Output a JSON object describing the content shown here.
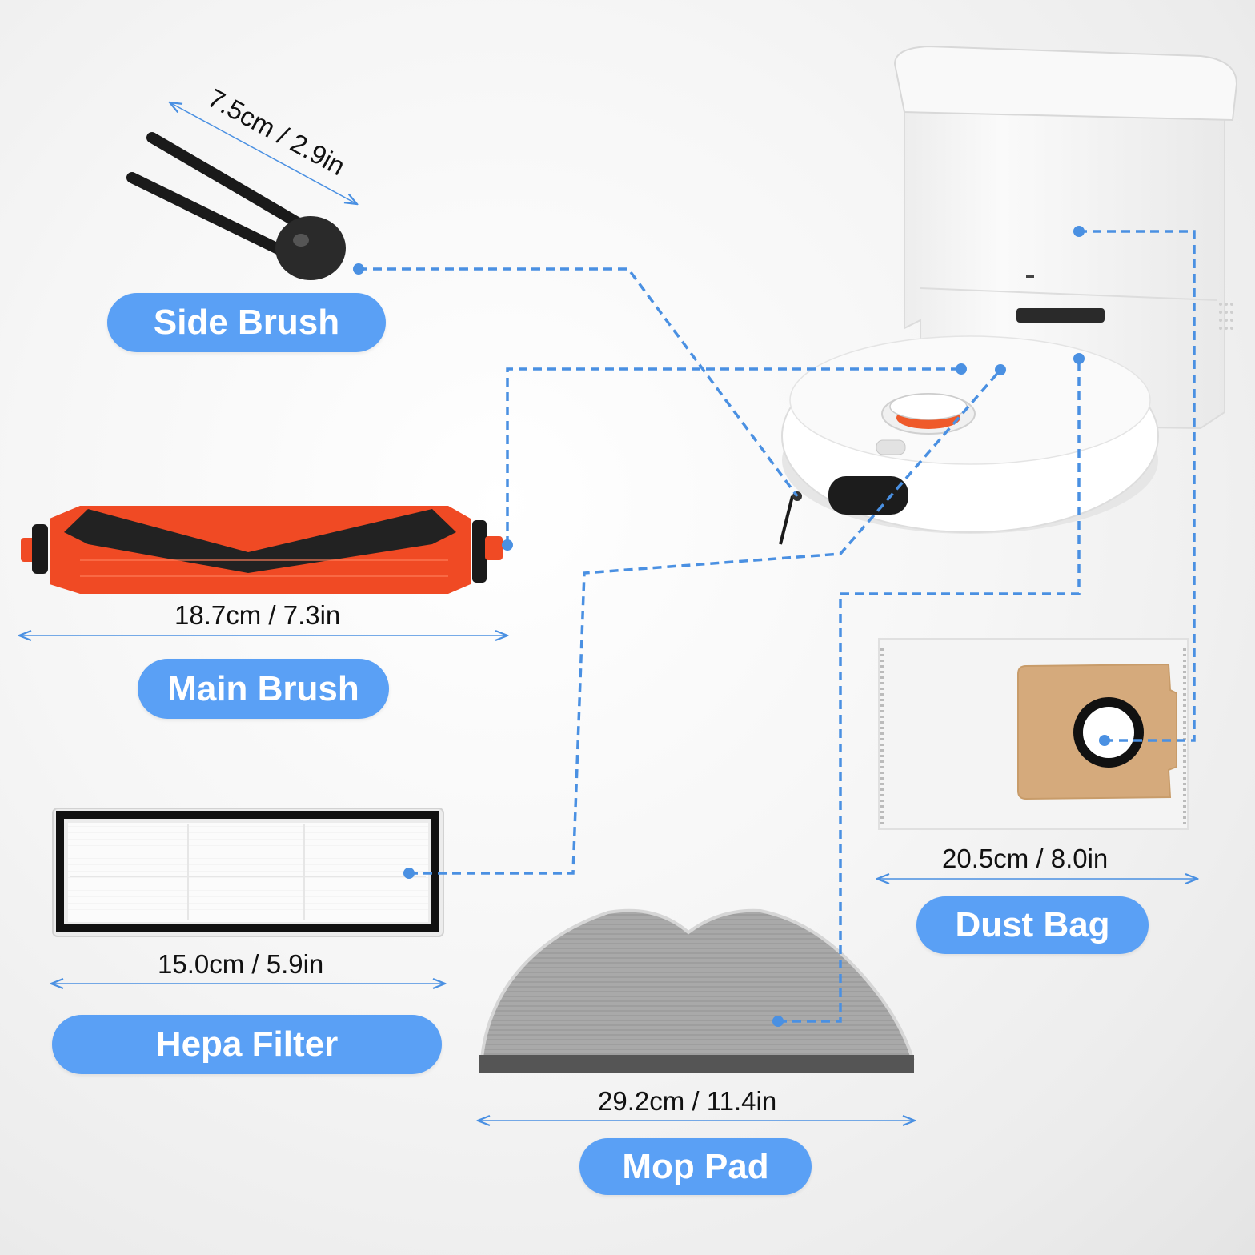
{
  "colors": {
    "accent": "#5aa0f5",
    "connector": "#4a90e2",
    "brush_orange": "#f04a24"
  },
  "parts": {
    "side_brush": {
      "label": "Side Brush",
      "dimension": "7.5cm / 2.9in"
    },
    "main_brush": {
      "label": "Main Brush",
      "dimension": "18.7cm / 7.3in"
    },
    "hepa_filter": {
      "label": "Hepa Filter",
      "dimension": "15.0cm / 5.9in"
    },
    "mop_pad": {
      "label": "Mop Pad",
      "dimension": "29.2cm / 11.4in"
    },
    "dust_bag": {
      "label": "Dust Bag",
      "dimension": "20.5cm / 8.0in"
    }
  },
  "icons": [
    "side-brush-image",
    "main-brush-image",
    "hepa-filter-image",
    "mop-pad-image",
    "dust-bag-image",
    "robot-vacuum-image",
    "docking-station-image"
  ]
}
